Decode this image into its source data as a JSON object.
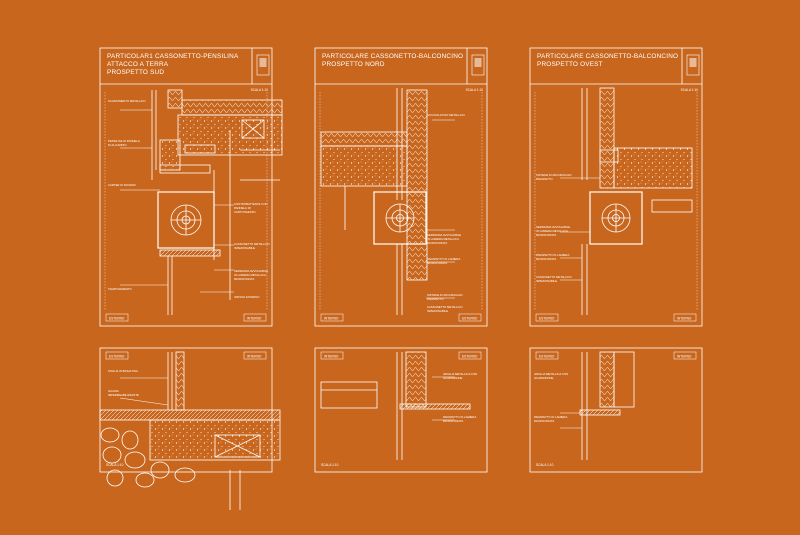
{
  "sheets": [
    {
      "title_lines": [
        "PARTICOLAR1 CASSONETTO-PENSILINA",
        "ATTACCO A TERRA",
        "PROSPETTO SUD"
      ],
      "scale": "SCALA 1:10",
      "side_left": "ESTERNO",
      "side_right": "INTERNO",
      "notes": [
        "SCARTAMENTO METALLICO",
        "PENSILINA IN PANNELLI DI ALLUMINIO",
        "CARTER DI RICIAMO",
        "CONTROBATTENTE CON PANNELLI DI CARTONGESSO",
        "CASSONETTO METALLICO ISPEZIONABILE",
        "SERRANDA AVVOLGIBILE IN LAMIERA METALLICA MICROFORATA",
        "TAMPONAMENTO",
        "INFISSO ESTERNO"
      ]
    },
    {
      "title_lines": [
        "PARTICOLARE CASSONETTO-BALCONCINO",
        "PROSPETTO NORD"
      ],
      "scale": "SCALA 1:10",
      "side_left": "INTERNO",
      "side_right": "ESTERNO",
      "notes": [
        "GOCCIOLATOIO METALLICO",
        "SERRANDA AVVOLGIBILE IN LAMIERA METALLICA MICROFORATA",
        "PARAPETTO IN LAMIERA MICROFORATA",
        "SISTEMA DI ANCORAGGIO PARAPETTO",
        "CASSONETTO METALLICO ISPEZIONABILE"
      ]
    },
    {
      "title_lines": [
        "PARTICOLARE CASSONETTO-BALCONCINO",
        "PROSPETTO OVEST"
      ],
      "scale": "SCALA 1:10",
      "side_left": "ESTERNO",
      "side_right": "INTERNO",
      "notes": [
        "SISTEMA DI ANCORAGGIO PARAPETTO",
        "SERRANDA AVVOLGIBILE IN LAMIERA METALLICA MICROFORATA",
        "PARAPETTO IN LAMIERA MICROFORATA",
        "CASSONETTO METALLICO ISPEZIONABILE"
      ]
    }
  ],
  "lower_sheets": [
    {
      "side_left": "ESTERNO",
      "side_right": "INTERNO",
      "scale": "SCALA 1:10",
      "notes": [
        "SOGLIA IN BASALTINA",
        "GUAINA IMPERMEABILIZZANTE"
      ]
    },
    {
      "side_left": "INTERNO",
      "side_right": "ESTERNO",
      "scale": "SCALA 1:10",
      "notes": [
        "GRIGLIA METALLICA CON GUARNIZIONE",
        "PARAPETTO IN LAMIERA MICROFORATA"
      ]
    },
    {
      "side_left": "ESTERNO",
      "side_right": "INTERNO",
      "scale": "SCALA 1:10",
      "notes": [
        "GRIGLIA METALLICA CON GUARNIZIONE",
        "PARAPETTO IN LAMIERA MICROFORATA"
      ]
    }
  ],
  "colors": {
    "background": "#c8661d",
    "line": "#ffffff",
    "hatch": "#e9c39f"
  }
}
